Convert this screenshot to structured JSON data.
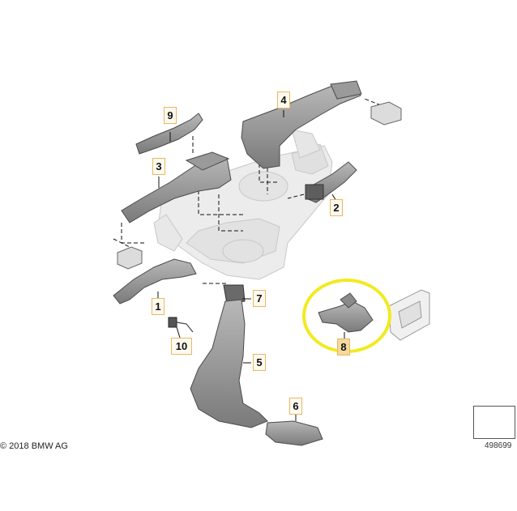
{
  "callouts": [
    {
      "id": "1",
      "label": "1"
    },
    {
      "id": "2",
      "label": "2"
    },
    {
      "id": "3",
      "label": "3"
    },
    {
      "id": "4",
      "label": "4"
    },
    {
      "id": "5",
      "label": "5"
    },
    {
      "id": "6",
      "label": "6"
    },
    {
      "id": "7",
      "label": "7"
    },
    {
      "id": "8",
      "label": "8"
    },
    {
      "id": "9",
      "label": "9"
    },
    {
      "id": "10",
      "label": "10"
    }
  ],
  "footer": {
    "copyright": "© 2018 BMW AG",
    "diagram_number": "498699"
  },
  "colors": {
    "part_fill": "#cfcfcf",
    "part_dark": "#7d7d7d",
    "part_stroke": "#4a4a4a",
    "ghost": "#e6e6e6",
    "highlight": "#f2ea1f",
    "callout_border": "#e8b860"
  }
}
